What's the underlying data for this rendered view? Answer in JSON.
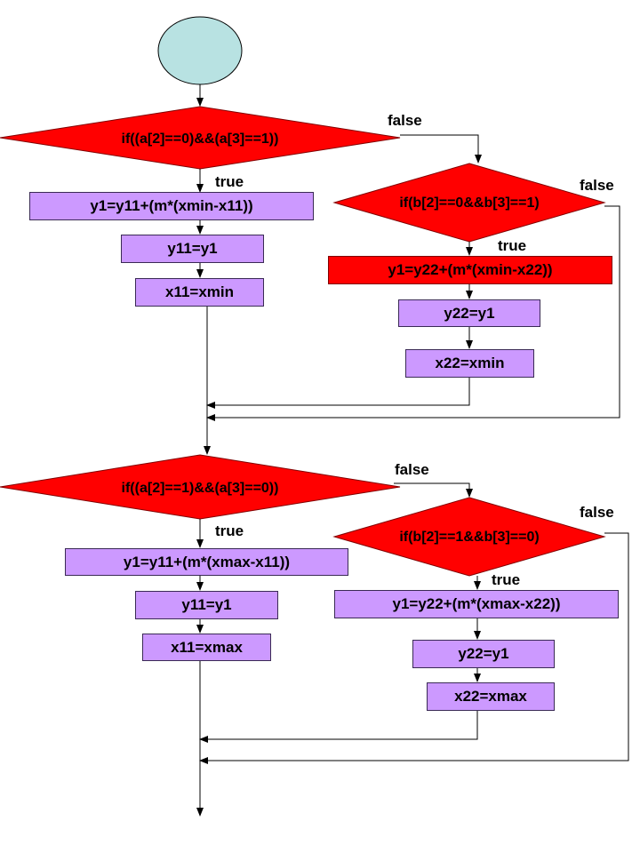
{
  "colors": {
    "start_fill": "#b8e2e2",
    "decision_fill": "#ff0000",
    "process_fill": "#cc99ff",
    "highlight_process_fill": "#ff0000",
    "line": "#000000"
  },
  "nodes": {
    "d1": "if((a[2]==0)&&(a[3]==1))",
    "d2": "if(b[2]==0&&b[3]==1)",
    "d3": "if((a[2]==1)&&(a[3]==0))",
    "d4": "if(b[2]==1&&b[3]==0)",
    "p1": "y1=y11+(m*(xmin-x11))",
    "p2": "y11=y1",
    "p3": "x11=xmin",
    "p4": "y1=y22+(m*(xmin-x22))",
    "p5": "y22=y1",
    "p6": "x22=xmin",
    "p7": "y1=y11+(m*(xmax-x11))",
    "p8": "y11=y1",
    "p9": "x11=xmax",
    "p10": "y1=y22+(m*(xmax-x22))",
    "p11": "y22=y1",
    "p12": "x22=xmax"
  },
  "edge_labels": {
    "d1_false": "false",
    "d1_true": "true",
    "d2_false": "false",
    "d2_true": "true",
    "d3_false": "false",
    "d3_true": "true",
    "d4_false": "false",
    "d4_true": "true"
  }
}
